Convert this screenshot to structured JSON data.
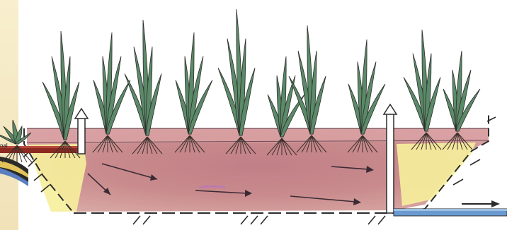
{
  "side_label": "nal",
  "colors": {
    "page_background": "#ffffff",
    "left_panel": "#f7ecca",
    "soil_bed": "#c98b8d",
    "soil_dark": "#b3656a",
    "gravel_zone": "#f6ef9c",
    "inlet_pipe": "#8c2a22",
    "outlet_pipe": "#6a9ad0",
    "plant_leaf": "#5b8a68",
    "outline": "#2c2c2c"
  },
  "icons": {
    "inlet_riser": "up-arrow-icon",
    "outlet_riser": "up-arrow-icon",
    "outflow": "right-arrow-icon"
  },
  "flow_arrows_count": 5,
  "plant_clumps_count": 11
}
